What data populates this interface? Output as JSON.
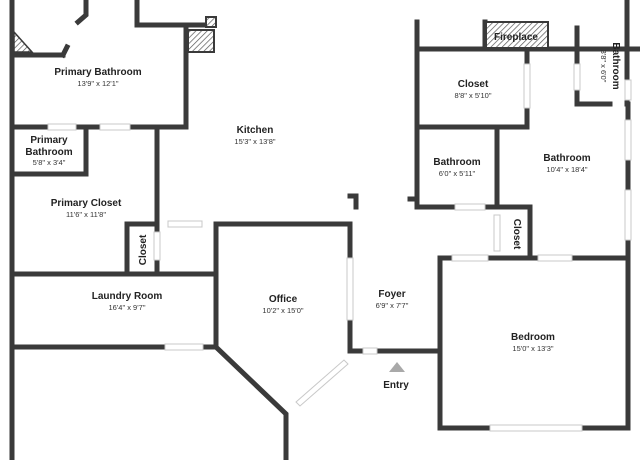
{
  "rooms": {
    "primary_bathroom": {
      "name": "Primary Bathroom",
      "dims": "13'9\" x 12'1\""
    },
    "primary_bathroom_small": {
      "name_line1": "Primary",
      "name_line2": "Bathroom",
      "dims": "5'8\" x 3'4\""
    },
    "primary_closet": {
      "name": "Primary Closet",
      "dims": "11'6\" x 11'8\""
    },
    "closet_left": {
      "name": "Closet"
    },
    "laundry_room": {
      "name": "Laundry Room",
      "dims": "16'4\" x 9'7\""
    },
    "kitchen": {
      "name": "Kitchen",
      "dims": "15'3\" x 13'8\""
    },
    "office": {
      "name": "Office",
      "dims": "10'2\" x 15'0\""
    },
    "foyer": {
      "name": "Foyer",
      "dims": "6'9\" x 7'7\""
    },
    "entry": {
      "label": "Entry"
    },
    "fireplace": {
      "name": "Fireplace"
    },
    "closet_top": {
      "name": "Closet",
      "dims": "8'8\" x 5'10\""
    },
    "bathroom_corner": {
      "name": "Bathroom",
      "dims": "3'8\" x 6'0\""
    },
    "bathroom_small": {
      "name": "Bathroom",
      "dims": "6'0\" x 5'11\""
    },
    "bathroom_large": {
      "name": "Bathroom",
      "dims": "10'4\" x 18'4\""
    },
    "closet_right": {
      "name": "Closet"
    },
    "bedroom": {
      "name": "Bedroom",
      "dims": "15'0\" x 13'3\""
    }
  }
}
